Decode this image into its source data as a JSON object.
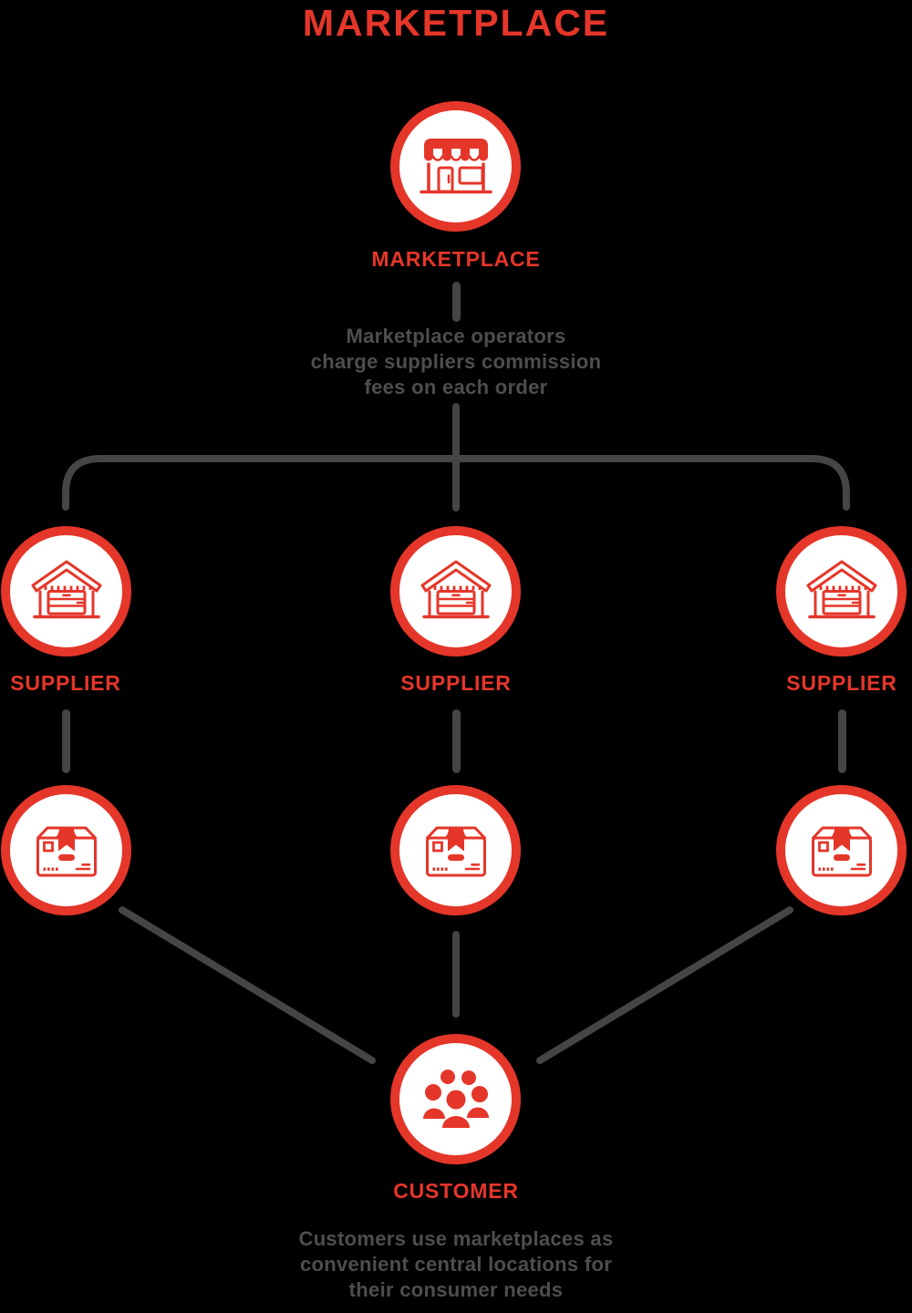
{
  "colors": {
    "accent_red": "#e5362a",
    "connector_gray": "#454545",
    "note_text_gray": "#4e4e4e",
    "circle_fill": "#ffffff",
    "background": "#000000"
  },
  "header": {
    "title": "MARKETPLACE"
  },
  "diagram": {
    "marketplace": {
      "label": "MARKETPLACE",
      "icon": "storefront-icon"
    },
    "marketplace_note": {
      "lines": [
        "Marketplace operators",
        "charge suppliers commission",
        "fees on each order"
      ]
    },
    "suppliers": [
      {
        "label": "SUPPLIER",
        "icon": "warehouse-icon"
      },
      {
        "label": "SUPPLIER",
        "icon": "warehouse-icon"
      },
      {
        "label": "SUPPLIER",
        "icon": "warehouse-icon"
      }
    ],
    "packages": [
      {
        "icon": "package-icon"
      },
      {
        "icon": "package-icon"
      },
      {
        "icon": "package-icon"
      }
    ],
    "customer": {
      "label": "CUSTOMER",
      "icon": "customers-icon"
    },
    "customer_note": {
      "lines": [
        "Customers use marketplaces as",
        "convenient central locations for",
        "their consumer needs"
      ]
    }
  }
}
